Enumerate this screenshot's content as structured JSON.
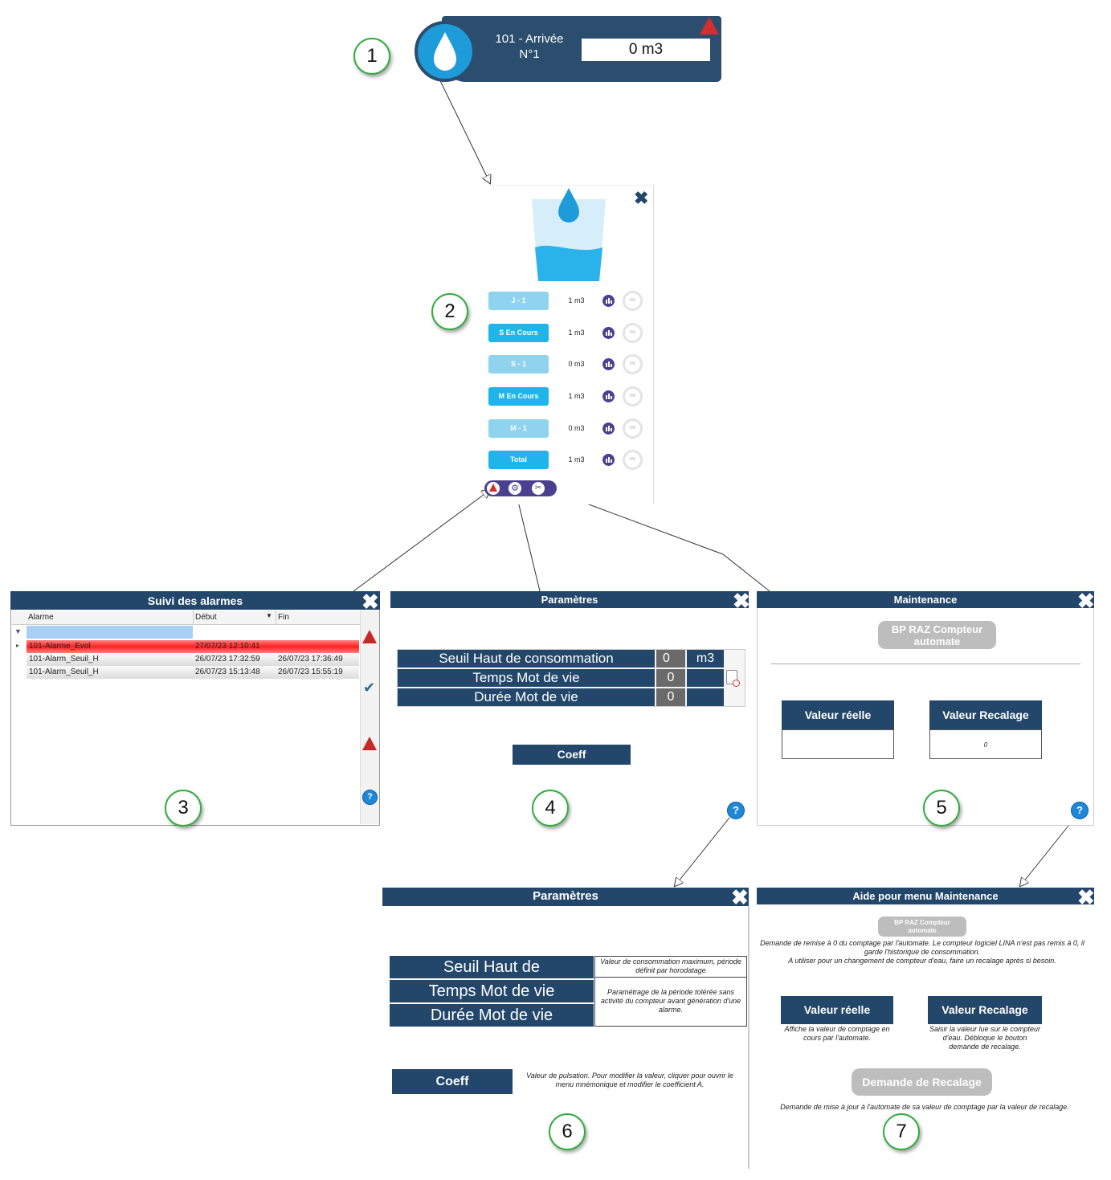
{
  "callouts": [
    "1",
    "2",
    "3",
    "4",
    "5",
    "6",
    "7"
  ],
  "widget": {
    "title_line1": "101 - Arrivée",
    "title_line2": "N°1",
    "value": "0 m3"
  },
  "detail": {
    "rows": [
      {
        "label": "J - 1",
        "value": "1 m3",
        "color": "#8fd3ee"
      },
      {
        "label": "S En Cours",
        "value": "1 m3",
        "color": "#1fb5ea"
      },
      {
        "label": "S - 1",
        "value": "0 m3",
        "color": "#8fd3ee"
      },
      {
        "label": "M En Cours",
        "value": "1 m3",
        "color": "#1fb5ea"
      },
      {
        "label": "M - 1",
        "value": "0 m3",
        "color": "#8fd3ee"
      },
      {
        "label": "Total",
        "value": "1 m3",
        "color": "#1fb5ea"
      }
    ],
    "gauge_text": "0%"
  },
  "alarms": {
    "title": "Suivi des alarmes",
    "headers": [
      "Alarme",
      "Début",
      "Fin"
    ],
    "rows": [
      {
        "name": "101-Alarme_Evol",
        "start": "27/07/23 12:10:41",
        "end": ""
      },
      {
        "name": "101-Alarm_Seuil_H",
        "start": "26/07/23 17:32:59",
        "end": "26/07/23 17:36:49"
      },
      {
        "name": "101-Alarm_Seuil_H",
        "start": "26/07/23 15:13:48",
        "end": "26/07/23 15:55:19"
      }
    ]
  },
  "params": {
    "title": "Paramètres",
    "rows": [
      {
        "label": "Seuil Haut de consommation",
        "value": "0",
        "unit": "m3"
      },
      {
        "label": "Temps Mot de vie",
        "value": "0",
        "unit": ""
      },
      {
        "label": "Durée Mot de vie",
        "value": "0",
        "unit": ""
      }
    ],
    "coeff": "Coeff"
  },
  "maintenance": {
    "title": "Maintenance",
    "raz_button": "BP RAZ Compteur automate",
    "real_label": "Valeur réelle",
    "real_value": "",
    "recal_label": "Valeur Recalage",
    "recal_value": "0"
  },
  "params_help": {
    "title": "Paramètres",
    "rows": [
      "Seuil Haut de consommation",
      "Temps Mot de vie",
      "Durée Mot de vie"
    ],
    "desc1": "Valeur de consommation maximum, période définit par horodatage",
    "desc2": "Paramétrage de la période tolérée sans activité du compteur avant génération d'une alarme.",
    "coeff": "Coeff",
    "coeff_desc": "Valeur de pulsation. Pour modifier la valeur, cliquer pour ouvrir le menu mnémonique et modifier le coefficient A."
  },
  "maint_help": {
    "title": "Aide pour menu Maintenance",
    "raz_button": "BP RAZ Compteur automate",
    "raz_desc": "Demande de remise à 0 du comptage par l'automate. Le compteur logiciel LINA n'est pas remis à 0, il garde l'historique de consommation.\nA utiliser pour un changement de compteur d'eau, faire un recalage après si besoin.",
    "real_label": "Valeur réelle",
    "real_desc": "Affiche la valeur de comptage en cours par l'automate.",
    "recal_label": "Valeur Recalage",
    "recal_desc": "Saisir la valeur lue sur le compteur d'eau. Débloque le bouton demande de recalage.",
    "demand_button": "Demande de Recalage",
    "demand_desc": "Demande de mise à jour à l'automate de sa valeur de comptage par la valeur de recalage."
  },
  "help_icon": "?",
  "colors": {
    "navy": "#23476a",
    "light_blue": "#8fd3ee",
    "blue": "#1fb5ea",
    "alarm_red": "#ff3b3b",
    "callout_green": "#2fae3e"
  }
}
